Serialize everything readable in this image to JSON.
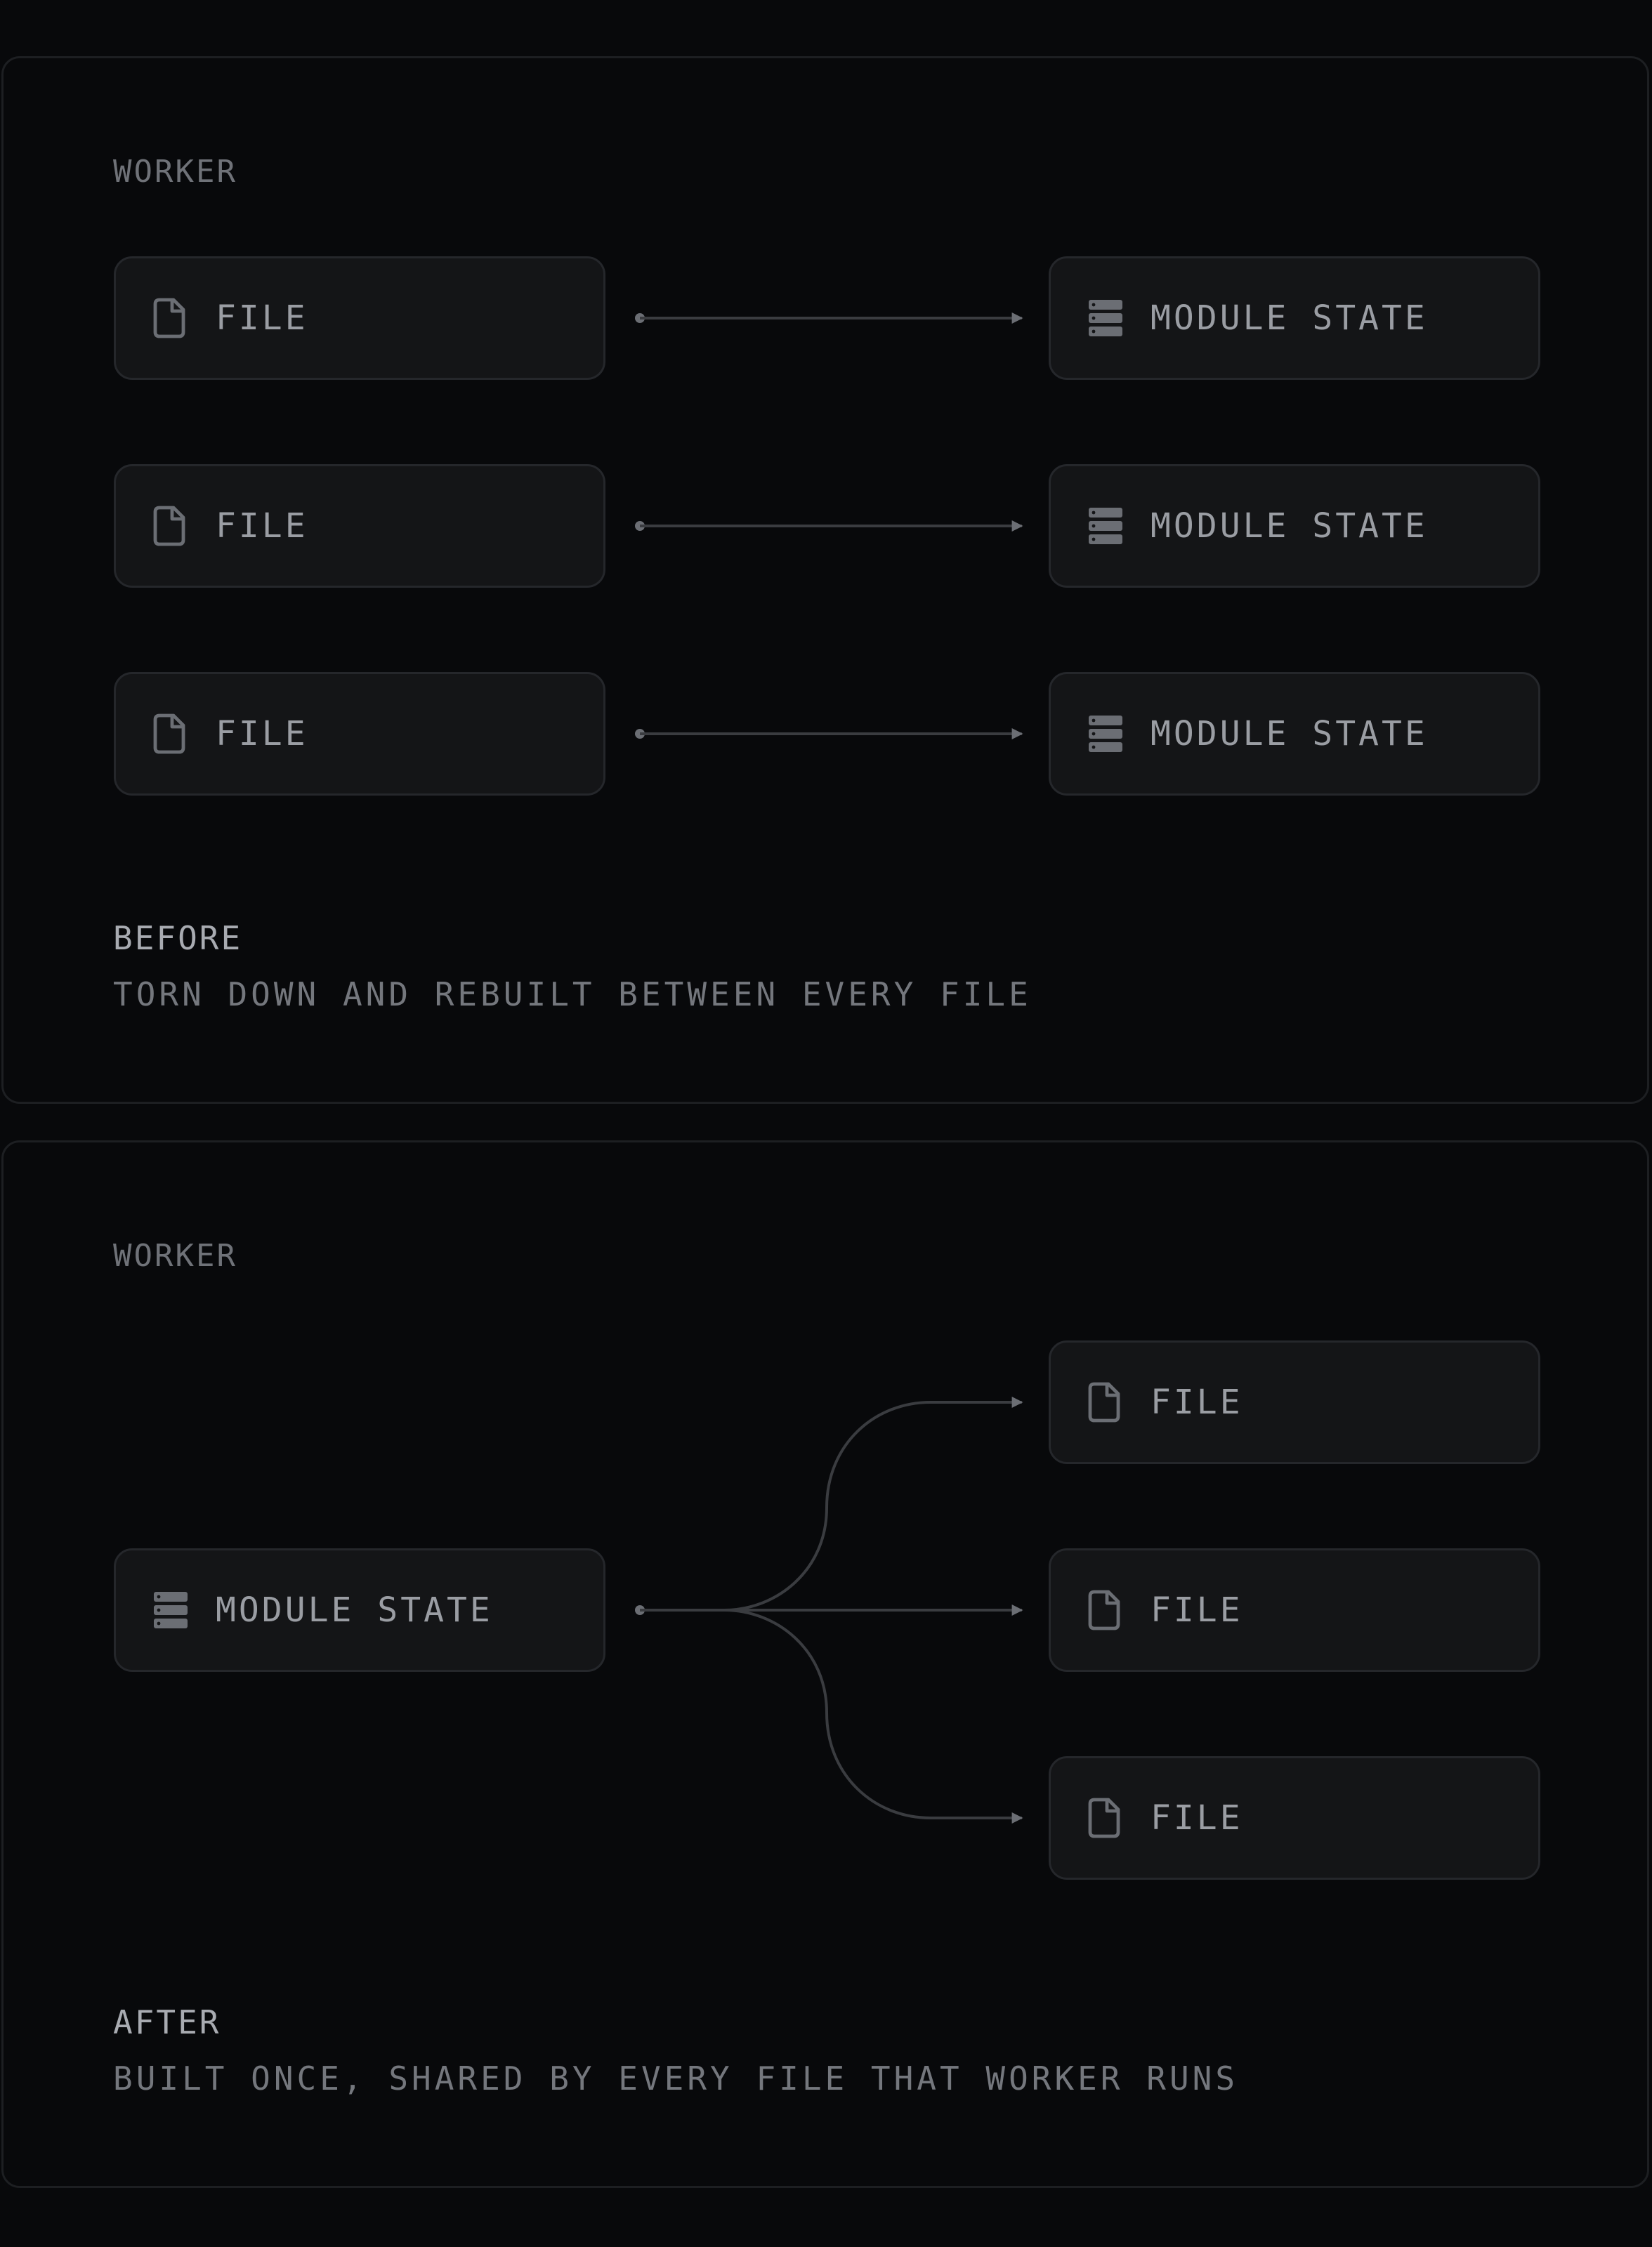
{
  "before": {
    "worker_label": "WORKER",
    "left_nodes": [
      {
        "label": "FILE",
        "icon": "file-icon"
      },
      {
        "label": "FILE",
        "icon": "file-icon"
      },
      {
        "label": "FILE",
        "icon": "file-icon"
      }
    ],
    "right_nodes": [
      {
        "label": "MODULE STATE",
        "icon": "database-icon"
      },
      {
        "label": "MODULE STATE",
        "icon": "database-icon"
      },
      {
        "label": "MODULE STATE",
        "icon": "database-icon"
      }
    ],
    "caption_title": "BEFORE",
    "caption_subtitle": "TORN DOWN AND REBUILT BETWEEN EVERY FILE"
  },
  "after": {
    "worker_label": "WORKER",
    "source_node": {
      "label": "MODULE STATE",
      "icon": "database-icon"
    },
    "target_nodes": [
      {
        "label": "FILE",
        "icon": "file-icon"
      },
      {
        "label": "FILE",
        "icon": "file-icon"
      },
      {
        "label": "FILE",
        "icon": "file-icon"
      }
    ],
    "caption_title": "AFTER",
    "caption_subtitle": "BUILT ONCE, SHARED BY EVERY FILE THAT WORKER RUNS"
  },
  "colors": {
    "background": "#08090b",
    "panel_border": "#1d1f22",
    "node_fill": "#141517",
    "node_border": "#25272b",
    "icon": "#6b6e74",
    "connector": "#3a3c40",
    "label_text": "#9a9da3"
  }
}
